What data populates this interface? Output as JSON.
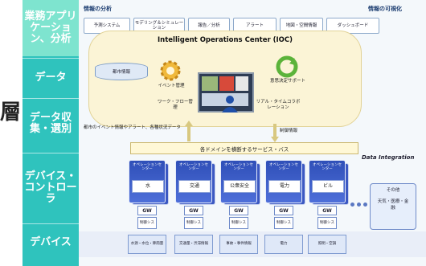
{
  "left_column": {
    "labels": [
      "業務アプリケーション、分析",
      "データ",
      "データ収集・選別",
      "デバイス・コントローラ",
      "デバイス"
    ]
  },
  "edge_char": "層",
  "header": {
    "left": "情報の分析",
    "right": "情報の可視化"
  },
  "top_apps": [
    "予測システム",
    "モデリング＆シミュレーション",
    "報告／分析",
    "アラート",
    "地図・空間情報",
    "ダッシュボード"
  ],
  "ioc": {
    "title": "Intelligent Operations Center (IOC)",
    "city_info": "都市情報",
    "event_mgmt": "イベント管理",
    "decision_support": "意思決定サポート",
    "workflow": "ワーク・フロー管理",
    "collab": "リアル・タイムコラボレーション"
  },
  "flow_left": "都市のイベント情報やアラート、各種状況データ",
  "flow_right": "制御情報",
  "bus": "各ドメインを横断するサービス・バス",
  "data_integration": "Data Integration",
  "ops_header": "オペレーションセンター",
  "ops": [
    {
      "label": "水",
      "gw": "GW",
      "ctl": "制御シス",
      "dev": "水源・水位・降雨量"
    },
    {
      "label": "交通",
      "gw": "GW",
      "ctl": "制御シス",
      "dev": "交通量・渋滞情報"
    },
    {
      "label": "公衆安全",
      "gw": "GW",
      "ctl": "制御シス",
      "dev": "事故・事件情報"
    },
    {
      "label": "電力",
      "gw": "GW",
      "ctl": "制御シス",
      "dev": "電力"
    },
    {
      "label": "ビル",
      "gw": "GW",
      "ctl": "制御シス",
      "dev": "照明・空調"
    }
  ],
  "other": {
    "title": "その他",
    "items": "天気・医療・金融"
  },
  "colors": {
    "left_column": "#2fc3bd",
    "ops_blue": "#3b58c2",
    "ioc_cloud": "#fbf4d6"
  }
}
